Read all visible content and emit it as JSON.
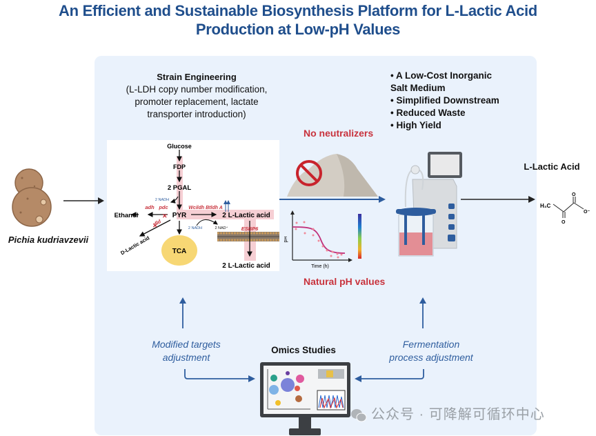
{
  "title": {
    "line1": "An Efficient and Sustainable Biosynthesis Platform for L-Lactic Acid",
    "line2": "Production at Low-pH Values"
  },
  "colors": {
    "title": "#1f4e8c",
    "panel_bg": "#eaf2fc",
    "accent_red": "#c8323c",
    "accent_blue": "#2e5d9e",
    "pathway_highlight": "#f6cfd4"
  },
  "organism": {
    "name": "Pichia kudriavzevii",
    "icon": "yeast-cell-icon"
  },
  "strain_engineering": {
    "title": "Strain Engineering",
    "description_lines": [
      "(L-LDH copy number modification,",
      "promoter replacement, lactate",
      "transporter introduction)"
    ]
  },
  "pathway": {
    "glucose": "Glucose",
    "fdp": "FDP",
    "pgal": "2 PGAL",
    "pyr": "PYR",
    "ethanol": "Ethanol",
    "d_lactic": "D-Lactic acid",
    "tca": "TCA",
    "l_lactic_intra": "2 L-Lactic acid",
    "l_lactic_extra": "2 L-Lactic acid",
    "nadh_top": "2 NADH",
    "nadh_bottom": "2 NADH",
    "nad_plus": "2 NAD⁺",
    "genes": {
      "adh": "adh",
      "pdc": "pdc",
      "dld": "dld",
      "ldh": "Wcildh Btldh A",
      "transporter": "ESBP6"
    }
  },
  "neutralizer": {
    "label": "No neutralizers",
    "icon": "prohibited-sign-icon"
  },
  "ph_plot": {
    "label": "Natural pH values",
    "xlabel": "Time (h)",
    "ylabel": "pH"
  },
  "benefits": {
    "items": [
      "•  A  Low-Cost  Inorganic",
      "Salt Medium",
      "• Simplified Downstream",
      "• Reduced Waste",
      "• High Yield"
    ]
  },
  "product": {
    "title": "L-Lactic Acid",
    "formula_label": "H₃C",
    "o_top": "O",
    "o_bottom": "O",
    "o_minus": "O⁻"
  },
  "feedback": {
    "left": [
      "Modified targets",
      "adjustment"
    ],
    "right": [
      "Fermentation",
      "process adjustment"
    ]
  },
  "omics": {
    "title": "Omics Studies",
    "icon": "computer-monitor-icon"
  },
  "watermark": "公众号 · 可降解可循环中心"
}
